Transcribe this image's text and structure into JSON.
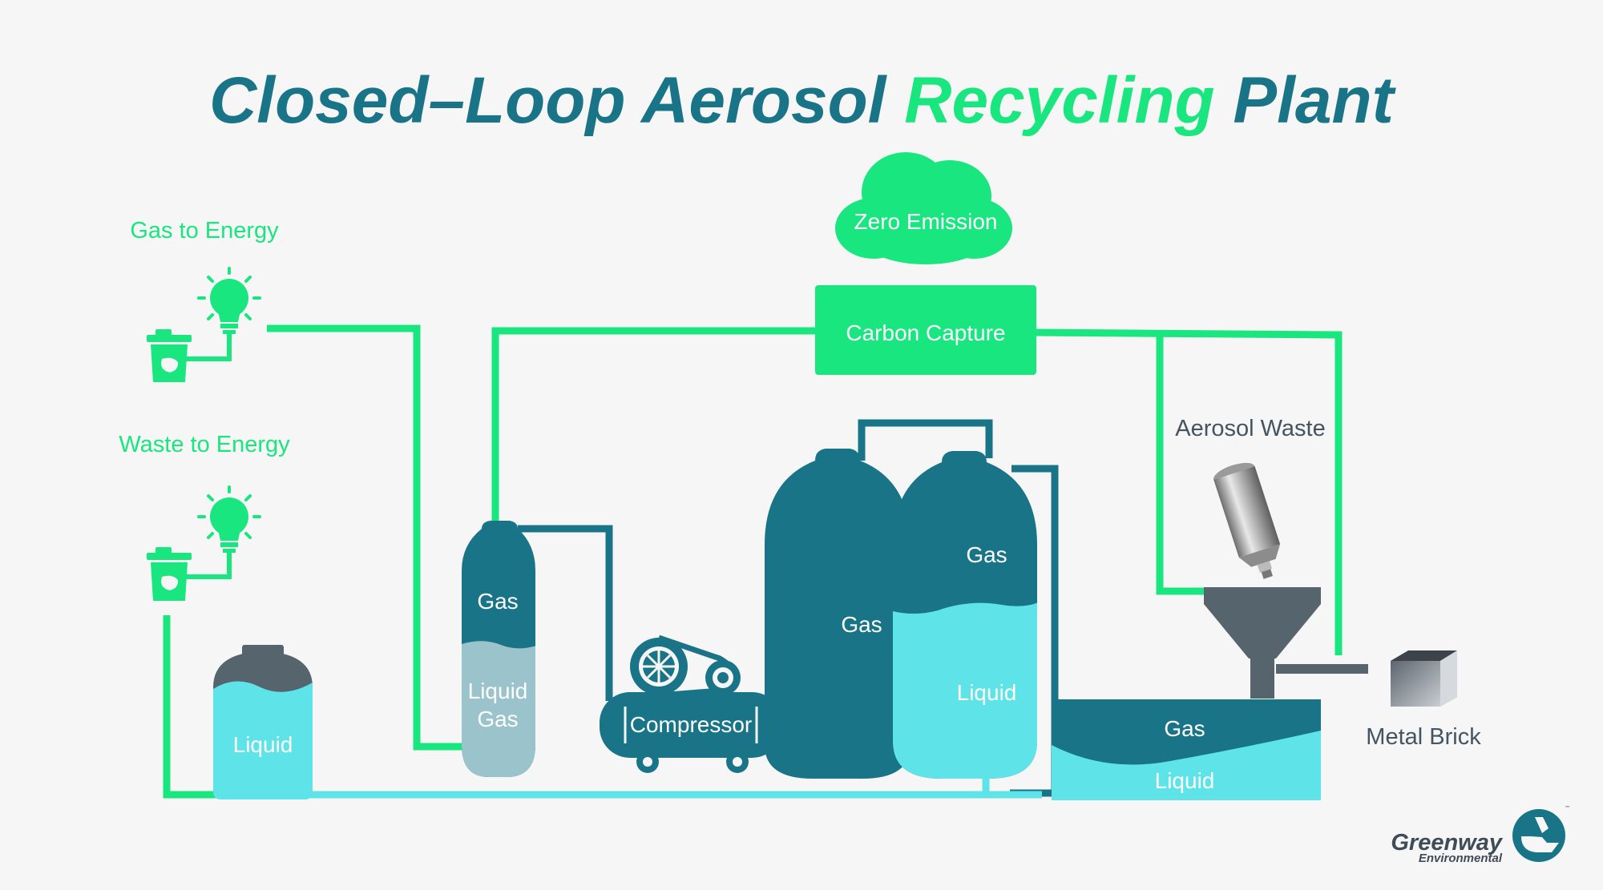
{
  "title": {
    "part1": "Closed–Loop Aerosol ",
    "part2": "Recycling",
    "part3": " Plant"
  },
  "nodes": {
    "zero_emission": "Zero Emission",
    "carbon_capture": "Carbon Capture",
    "gas_to_energy": "Gas to Energy",
    "waste_to_energy": "Waste to Energy",
    "aerosol_waste": "Aerosol Waste",
    "metal_brick": "Metal Brick",
    "compressor": "Compressor",
    "storage_tank_liquid": "Liquid",
    "small_tank_gas": "Gas",
    "small_tank_liquid_1": "Liquid",
    "small_tank_liquid_2": "Gas",
    "big_tank_gas": "Gas",
    "right_tank_gas": "Gas",
    "right_tank_liquid": "Liquid",
    "basin_gas": "Gas",
    "basin_liquid": "Liquid"
  },
  "logo": {
    "name": "Greenway",
    "sub": "Environmental"
  },
  "colors": {
    "teal": "#1a7488",
    "green": "#19e67f",
    "cyan": "#5ee3e8",
    "pale": "#9bc3cc",
    "gray": "#56646e",
    "background": "#f6f6f6"
  }
}
